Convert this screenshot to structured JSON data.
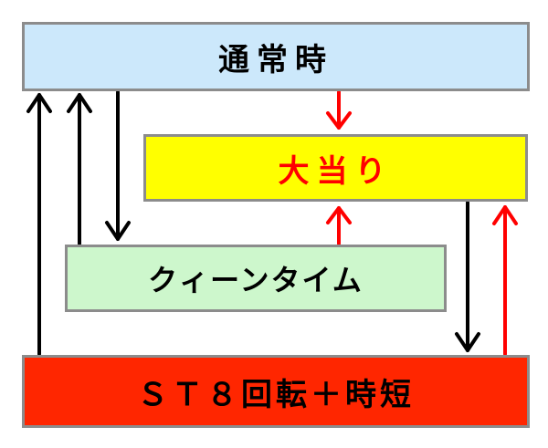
{
  "colors": {
    "normal_fill": "#cce8fb",
    "jackpot_fill": "#ffff00",
    "jackpot_text": "#ff0000",
    "queen_fill": "#cdf7cc",
    "st_fill": "#ff2600",
    "text": "#000000",
    "arrow_black": "#000000",
    "arrow_red": "#ff0000",
    "border": "#8c8c8c"
  },
  "boxes": {
    "normal": {
      "label": "通常時"
    },
    "jackpot": {
      "label": "大当り"
    },
    "queen_time": {
      "label": "クィーンタイム"
    },
    "st": {
      "label": "ＳＴ８回転＋時短"
    }
  }
}
